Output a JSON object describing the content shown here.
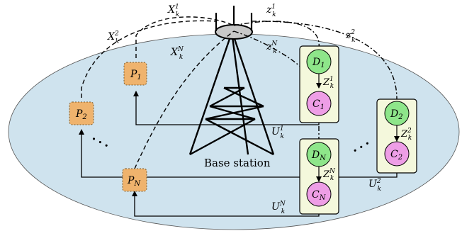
{
  "title": "",
  "station": {
    "caption": "Base station"
  },
  "channel_labels": {
    "x1": {
      "base": "X",
      "sub": "k",
      "sup": "1"
    },
    "x2": {
      "base": "X",
      "sub": "k",
      "sup": "2"
    },
    "xN": {
      "base": "X",
      "sub": "k",
      "sup": "N"
    },
    "z1": {
      "base": "z",
      "sub": "k",
      "sup": "1"
    },
    "z2": {
      "base": "z",
      "sub": "k",
      "sup": "2"
    },
    "zN": {
      "base": "z",
      "sub": "k",
      "sup": "N"
    }
  },
  "nodes": {
    "p1": {
      "base": "P",
      "sub": "1"
    },
    "p2": {
      "base": "P",
      "sub": "2"
    },
    "pN": {
      "base": "P",
      "sub": "N"
    },
    "d1": {
      "base": "D",
      "sub": "1"
    },
    "d2": {
      "base": "D",
      "sub": "2"
    },
    "dN": {
      "base": "D",
      "sub": "N"
    },
    "c1": {
      "base": "C",
      "sub": "1"
    },
    "c2": {
      "base": "C",
      "sub": "2"
    },
    "cN": {
      "base": "C",
      "sub": "N"
    }
  },
  "inner_labels": {
    "Z1": {
      "base": "Z",
      "sub": "k",
      "sup": "1"
    },
    "Z2": {
      "base": "Z",
      "sub": "k",
      "sup": "2"
    },
    "ZN": {
      "base": "Z",
      "sub": "k",
      "sup": "N"
    }
  },
  "feedback_labels": {
    "U1": {
      "base": "U",
      "sub": "k",
      "sup": "1"
    },
    "U2": {
      "base": "U",
      "sub": "k",
      "sup": "2"
    },
    "UN": {
      "base": "U",
      "sub": "k",
      "sup": "N"
    }
  },
  "ellipsis": "• • •",
  "colors": {
    "region_fill": "#cfe3ee",
    "p_fill": "#efb36d",
    "d_fill": "#8ee68a",
    "c_fill": "#ee9ee6",
    "panel_fill": "#f4f8dc",
    "antenna_fill": "#c8c8c8"
  }
}
